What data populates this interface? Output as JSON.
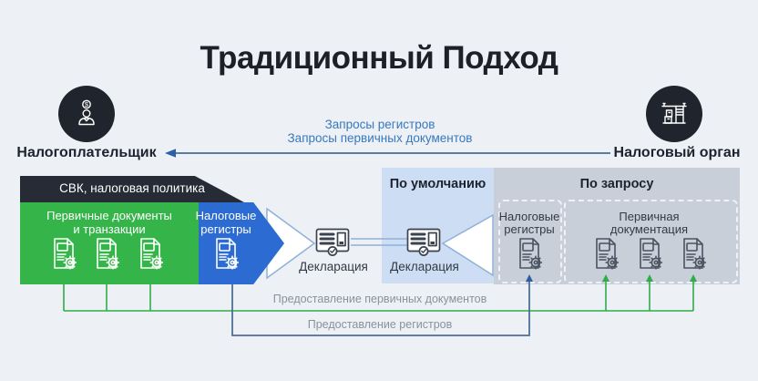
{
  "title": "Традиционный Подход",
  "actors": {
    "taxpayer": {
      "label": "Налогоплательщик"
    },
    "tax_authority": {
      "label": "Налоговый орган"
    }
  },
  "requests": {
    "line1": "Запросы регистров",
    "line2": "Запросы первичных документов"
  },
  "taxpayer_stack": {
    "policy_band": "СВК, налоговая политика",
    "primary_docs": {
      "line1": "Первичные документы",
      "line2": "и транзакции"
    },
    "tax_registers": {
      "line1": "Налоговые",
      "line2": "регистры"
    }
  },
  "declaration_left": {
    "label": "Декларация"
  },
  "declaration_right": {
    "label": "Декларация"
  },
  "panel_default": {
    "header": "По умолчанию"
  },
  "panel_on_request": {
    "header": "По запросу",
    "registers_box": {
      "line1": "Налоговые",
      "line2": "регистры"
    },
    "primary_box": {
      "line1": "Первичная",
      "line2": "документация"
    }
  },
  "provision": {
    "primary_docs": "Предоставление первичных документов",
    "registers": "Предоставление регистров"
  },
  "colors": {
    "background": "#edf1f6",
    "green_block": "#35b44a",
    "blue_block": "#2c6bd2",
    "dark_band": "#262b35",
    "panel_default_bg": "#cddef4",
    "panel_request_bg": "#c9cfd9",
    "request_text_blue": "#3878bd",
    "line_slate": "#5b7da0",
    "arrow_blue": "#2b5fa8",
    "flow_green": "#2fad48",
    "flow_text_gray": "#8b919b"
  }
}
